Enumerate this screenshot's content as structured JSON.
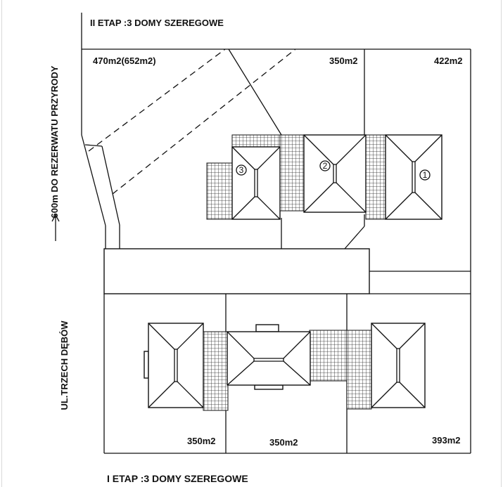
{
  "titles": {
    "stage_two": "II ETAP :3 DOMY  SZEREGOWE",
    "stage_one": "I ETAP :3 DOMY SZEREGOWE"
  },
  "side_labels": {
    "reserve": "600m DO REZERWATU PRZYRODY",
    "street": "UL.TRZECH DĘBÓW"
  },
  "plot_areas": {
    "top_left": "470m2(652m2)",
    "top_middle": "350m2",
    "top_right": "422m2",
    "bottom_left": "350m2",
    "bottom_middle": "350m2",
    "bottom_right": "393m2"
  },
  "house_numbers": [
    "1",
    "2",
    "3"
  ],
  "colors": {
    "line": "#111111",
    "background": "#ffffff"
  }
}
